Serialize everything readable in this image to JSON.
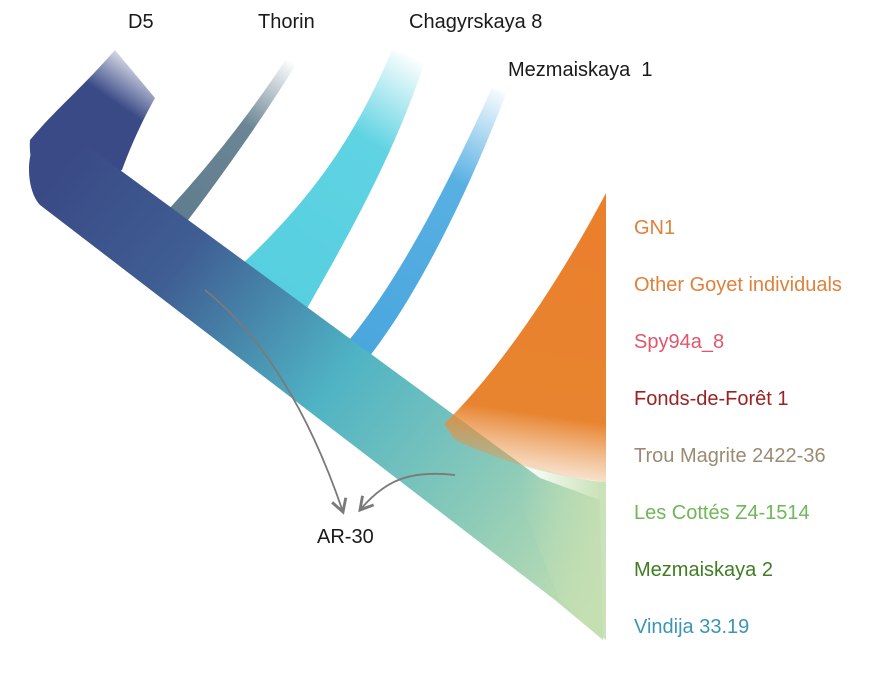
{
  "top_labels": {
    "d5": "D5",
    "thorin": "Thorin",
    "chagyrskaya": "Chagyrskaya 8",
    "mezmaiskaya1": "Mezmaiskaya  1"
  },
  "node_label": "AR-30",
  "right_labels": [
    {
      "text": "GN1",
      "color": "#e0813a"
    },
    {
      "text": "Other Goyet individuals",
      "color": "#e0813a"
    },
    {
      "text": "Spy94a_8",
      "color": "#e0566a"
    },
    {
      "text": "Fonds-de-Forêt 1",
      "color": "#9b2222"
    },
    {
      "text": "Trou Magrite 2422-36",
      "color": "#9c8a72"
    },
    {
      "text": "Les Cottés Z4-1514",
      "color": "#6fb758"
    },
    {
      "text": "Mezmaiskaya 2",
      "color": "#3e7d22"
    },
    {
      "text": "Vindija 33.19",
      "color": "#3b95b4"
    }
  ],
  "colors": {
    "trunk_dark": "#3a4a86",
    "trunk_mid": "#4fb3c4",
    "trunk_light": "#c4dfb2",
    "thorin_branch": "#5f7d8f",
    "chagyrskaya_branch": "#56cfe0",
    "mezmaiskaya1_branch": "#4aa6de",
    "goyet_wedge": "#e8802f",
    "arrow": "#7a7a7a"
  }
}
